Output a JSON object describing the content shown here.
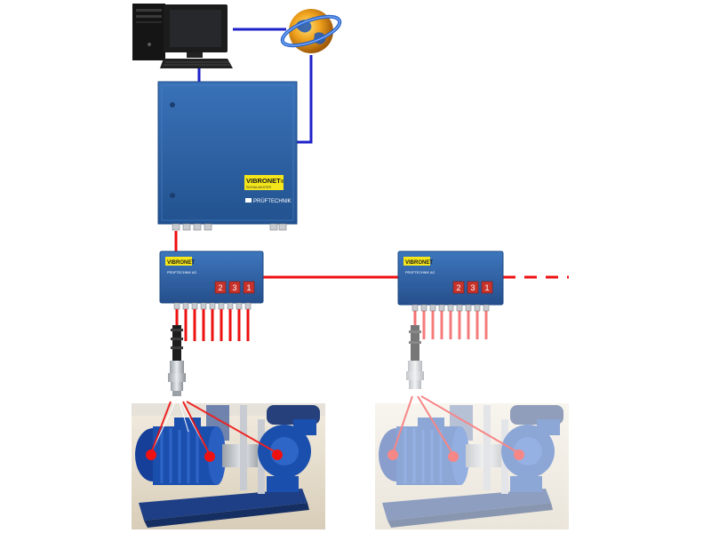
{
  "master_unit": {
    "brand": "VIBRONET",
    "registered": "®",
    "subtitle": "SIGNALMASTER",
    "maker": "PRÜFTECHNIK"
  },
  "multiplexer_1": {
    "brand": "VIBRONET",
    "maker": "PRÜFTECHNIK AG",
    "digits": [
      "2",
      "3",
      "1"
    ]
  },
  "multiplexer_2": {
    "brand": "VIBRONET",
    "maker": "PRÜFTECHNIK AG",
    "digits": [
      "2",
      "3",
      "1"
    ]
  },
  "colors": {
    "network_line": "#1e22c8",
    "sensor_line": "#ee1111",
    "enclosure": "#2f62a6",
    "badge": "#f4e61a",
    "machine_blue": "#1b4fae"
  },
  "icons": [
    "computer-icon",
    "globe-icon",
    "sensor-icon",
    "pump-motor-icon"
  ]
}
